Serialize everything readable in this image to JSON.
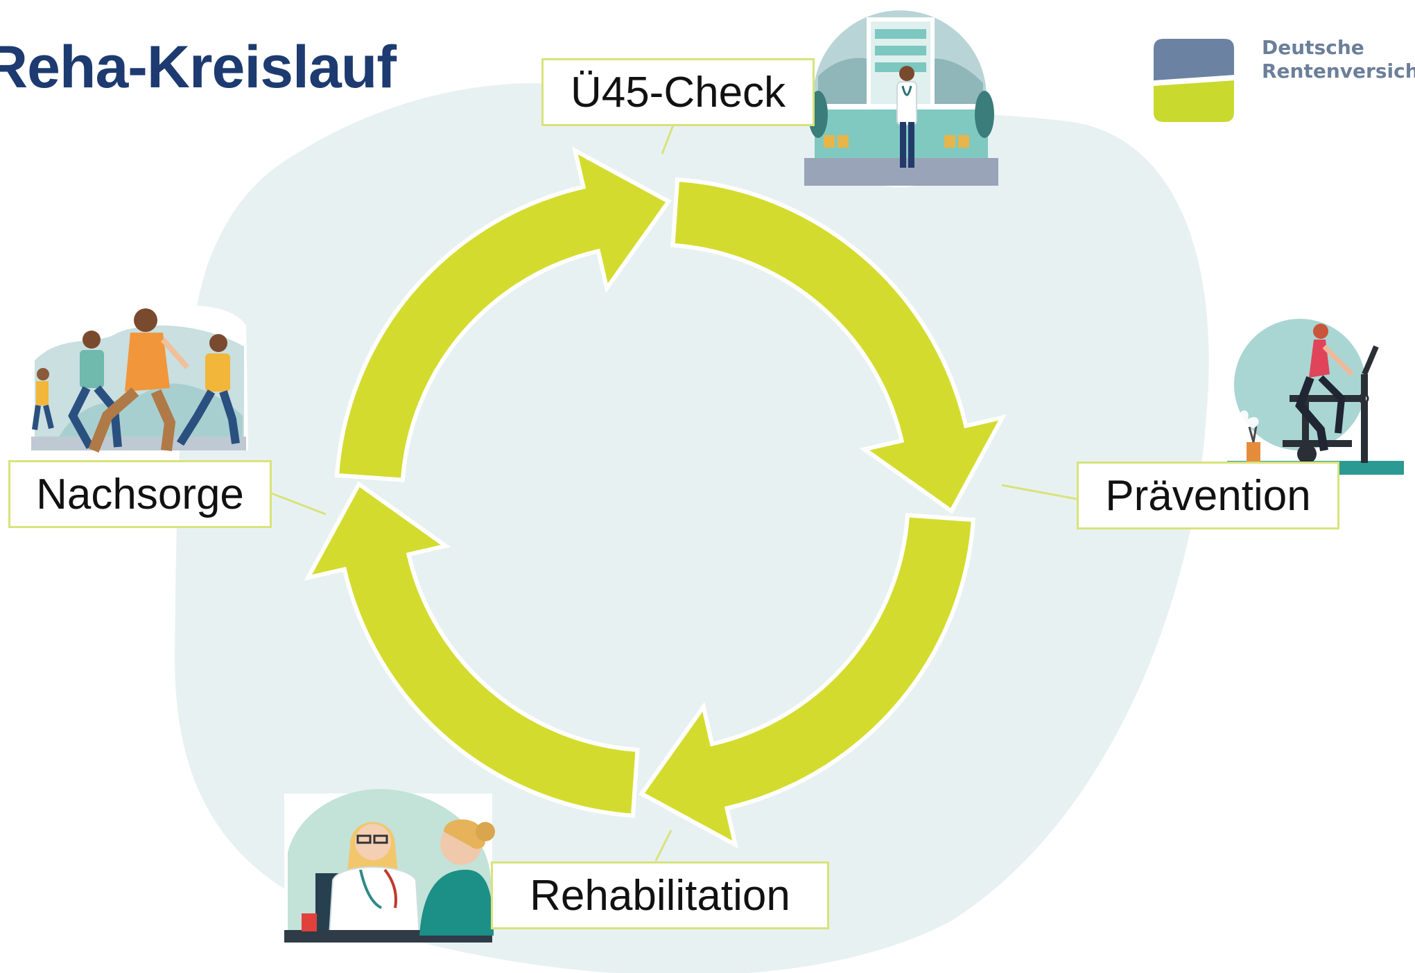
{
  "title": "Reha-Kreislauf",
  "logo": {
    "line1": "Deutsche",
    "line2": "Rentenversiche"
  },
  "stages": [
    {
      "id": "check",
      "label": "Ü45-Check"
    },
    {
      "id": "praevention",
      "label": "Prävention"
    },
    {
      "id": "rehabilitation",
      "label": "Rehabilitation"
    },
    {
      "id": "nachsorge",
      "label": "Nachsorge"
    }
  ],
  "colors": {
    "arrow": "#d3dc2e",
    "blob": "#e8f1f2",
    "title": "#1d3b70",
    "logo_blue": "#6b82a2",
    "logo_green": "#c9d92e",
    "label_border": "#d8e37a"
  },
  "icons": [
    "hospital-doctor-icon",
    "exercise-bike-icon",
    "doctor-patient-icon",
    "runners-icon"
  ]
}
